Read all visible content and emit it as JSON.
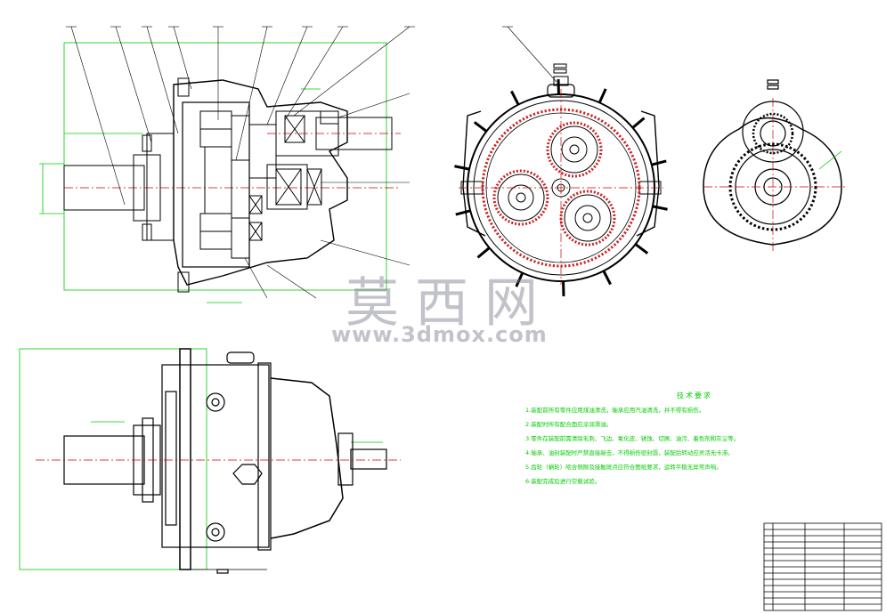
{
  "colors": {
    "outline": "#000000",
    "dimension": "#00cc00",
    "center_line": "#cc0000",
    "gear_teeth": "#cc2222",
    "watermark": "#8c8ca0"
  },
  "watermark": {
    "chinese": "莫西网",
    "url": "www.3dmox.com"
  },
  "technical_requirements": {
    "title": "技术要求",
    "items": [
      "1.装配前所有零件应用煤油清洗，轴承应用汽油清洗，并不得有损伤。",
      "2.装配时所有配合面应涂润滑油。",
      "3.零件在装配前需清除毛刺、飞边、氧化皮、锈蚀、切屑、油污、着色剂和灰尘等。",
      "4.轴承、油封装配时严禁直接敲击，不得损伤密封唇，装配后转动应灵活无卡滞。",
      "5.齿轮（蜗轮）啮合侧隙及接触斑点应符合图纸要求，运转平稳无异常声响。",
      "6.装配完成后进行空载试验。"
    ]
  }
}
